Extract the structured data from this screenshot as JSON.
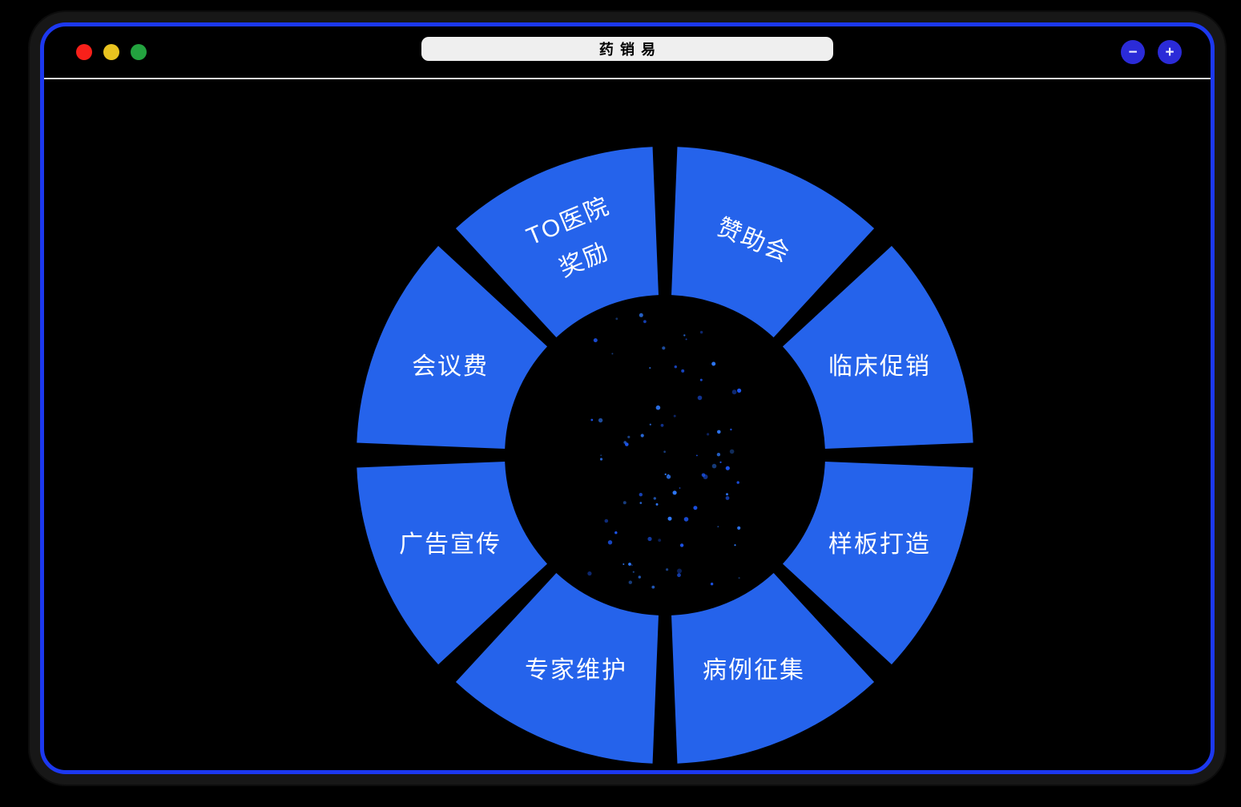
{
  "window": {
    "title": "药销易",
    "traffic_lights": [
      {
        "name": "close",
        "color": "#f8201a"
      },
      {
        "name": "minimize",
        "color": "#e9c31f"
      },
      {
        "name": "zoom",
        "color": "#23a33f"
      }
    ],
    "controls": {
      "minus_label": "−",
      "plus_label": "+"
    },
    "frame_border_color": "#1c38f0"
  },
  "chart_data": {
    "type": "donut",
    "title": "",
    "center": [
      775,
      535
    ],
    "inner_radius": 200,
    "outer_radius": 385,
    "gap_degrees": 4.6,
    "label_radius": 290,
    "segment_color": "#2563eb",
    "label_color": "#ffffff",
    "legend_position": "none",
    "segments": [
      {
        "label": "赞助会",
        "lines": [
          "赞助会"
        ],
        "value": 1,
        "start_deg": 45,
        "end_deg": 90,
        "label_rotation": 22.5
      },
      {
        "label": "临床促销",
        "lines": [
          "临床促销"
        ],
        "value": 1,
        "start_deg": 0,
        "end_deg": 45,
        "label_rotation": 0
      },
      {
        "label": "样板打造",
        "lines": [
          "样板打造"
        ],
        "value": 1,
        "start_deg": -45,
        "end_deg": 0,
        "label_rotation": 0
      },
      {
        "label": "病例征集",
        "lines": [
          "病例征集"
        ],
        "value": 1,
        "start_deg": -90,
        "end_deg": -45,
        "label_rotation": 0
      },
      {
        "label": "专家维护",
        "lines": [
          "专家维护"
        ],
        "value": 1,
        "start_deg": -135,
        "end_deg": -90,
        "label_rotation": 0
      },
      {
        "label": "广告宣传",
        "lines": [
          "广告宣传"
        ],
        "value": 1,
        "start_deg": -180,
        "end_deg": -135,
        "label_rotation": 0
      },
      {
        "label": "会议费",
        "lines": [
          "会议费"
        ],
        "value": 1,
        "start_deg": 135,
        "end_deg": 180,
        "label_rotation": 0
      },
      {
        "label": "TO医院奖励",
        "lines": [
          "TO医院",
          "奖励"
        ],
        "value": 1,
        "start_deg": 90,
        "end_deg": 135,
        "label_rotation": -22.5
      }
    ]
  }
}
